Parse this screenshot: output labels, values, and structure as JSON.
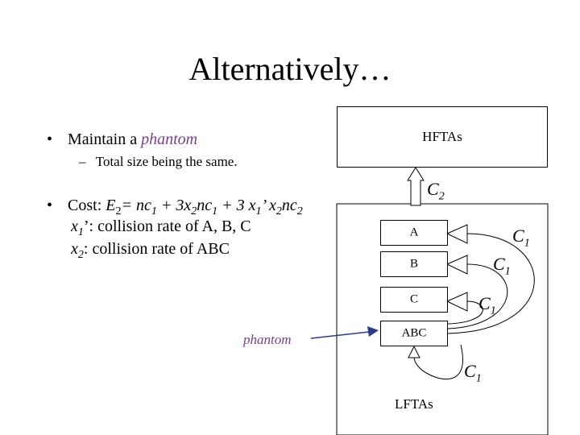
{
  "title": "Alternatively…",
  "bullets": [
    {
      "text_prefix": "Maintain a ",
      "text_emph": "phantom",
      "sub_items": [
        "Total size being the same."
      ]
    },
    {
      "cost_label": "Cost: ",
      "formula": {
        "e": "E",
        "e_sub": "2",
        "eq": "= nc",
        "eq_sub": "1",
        "plus1": " + 3x",
        "x_sub1": "2",
        "nc": "nc",
        "nc_sub1": "1",
        "plus2": " + 3 x",
        "x_sub2": "1",
        "prime": "’ x",
        "x_sub3": "2",
        "nc2": "nc",
        "nc_sub2": "2"
      },
      "line2_var": "x",
      "line2_sub": "1",
      "line2_text": "’: collision rate of A, B, C",
      "line3_var": "x",
      "line3_sub": "2",
      "line3_text": ":  collision rate of ABC"
    }
  ],
  "diagram": {
    "top_box_label": "HFTAs",
    "bottom_region_label": "LFTAs",
    "nodes": [
      "A",
      "B",
      "C",
      "ABC"
    ],
    "phantom_label": "phantom",
    "c_labels": [
      {
        "base": "C",
        "sub": "2"
      },
      {
        "base": "C",
        "sub": "1"
      },
      {
        "base": "C",
        "sub": "1"
      },
      {
        "base": "C",
        "sub": "1"
      },
      {
        "base": "C",
        "sub": "1"
      }
    ]
  },
  "colors": {
    "arrow_blue": "#2b3a8f",
    "phantom_purple": "#7a3f8f"
  }
}
